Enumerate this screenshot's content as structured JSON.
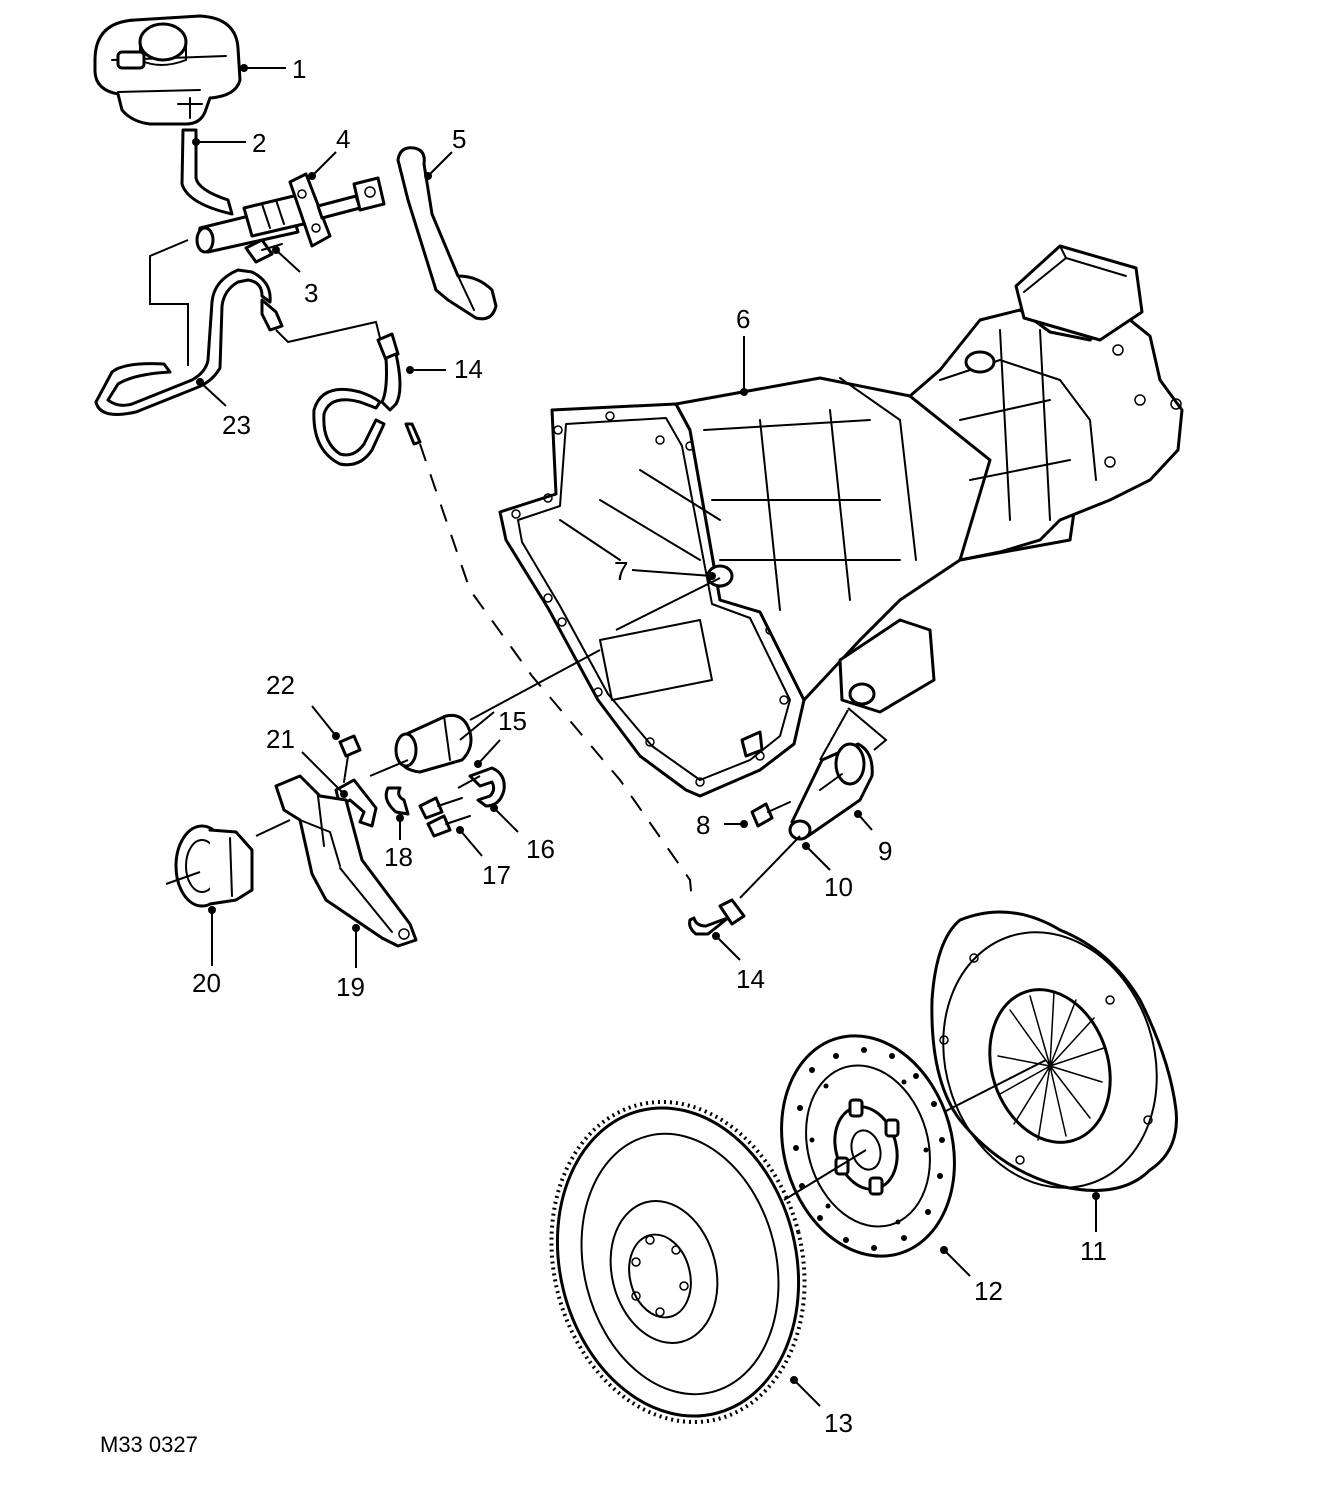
{
  "drawing_ref": "M33 0327",
  "callouts": {
    "c1": "1",
    "c2": "2",
    "c3": "3",
    "c4": "4",
    "c5": "5",
    "c6": "6",
    "c7": "7",
    "c8": "8",
    "c9": "9",
    "c10": "10",
    "c11": "11",
    "c12": "12",
    "c13": "13",
    "c14a": "14",
    "c14b": "14",
    "c15": "15",
    "c16": "16",
    "c17": "17",
    "c18": "18",
    "c19": "19",
    "c20": "20",
    "c21": "21",
    "c22": "22",
    "c23": "23"
  }
}
